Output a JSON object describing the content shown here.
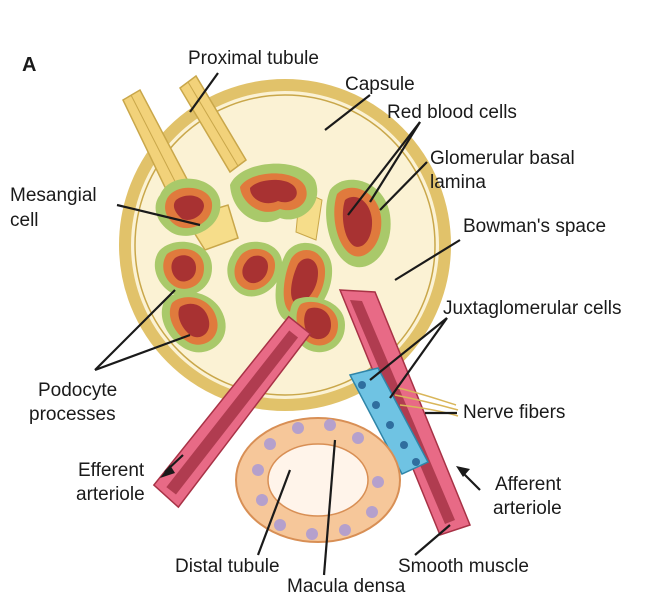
{
  "figure": {
    "panel_letter": "A",
    "labels": {
      "proximal_tubule": "Proximal tubule",
      "capsule": "Capsule",
      "red_blood_cells": "Red blood cells",
      "glomerular_basal_lamina_line1": "Glomerular basal",
      "glomerular_basal_lamina_line2": "lamina",
      "mesangial_cell_line1": "Mesangial",
      "mesangial_cell_line2": "cell",
      "bowmans_space": "Bowman's space",
      "juxtaglomerular_cells": "Juxtaglomerular cells",
      "podocyte_processes_line1": "Podocyte",
      "podocyte_processes_line2": "processes",
      "nerve_fibers": "Nerve fibers",
      "efferent_arteriole_line1": "Efferent",
      "efferent_arteriole_line2": "arteriole",
      "afferent_arteriole_line1": "Afferent",
      "afferent_arteriole_line2": "arteriole",
      "distal_tubule": "Distal tubule",
      "smooth_muscle": "Smooth muscle",
      "macula_densa": "Macula densa"
    }
  },
  "colors": {
    "capsule": "#f3e3a6",
    "capsule_edge": "#d7bb5e",
    "tubule": "#f2d27a",
    "podocyte": "#a9c96a",
    "capillary_wall": "#e07a3d",
    "capillary_lumen": "#a83232",
    "arteriole_outer": "#e86a86",
    "arteriole_inner": "#b03c50",
    "juxtaglomerular": "#6fc3e3",
    "distal_tubule": "#f6c79a",
    "macula_nucleus": "#b5a0cc"
  }
}
